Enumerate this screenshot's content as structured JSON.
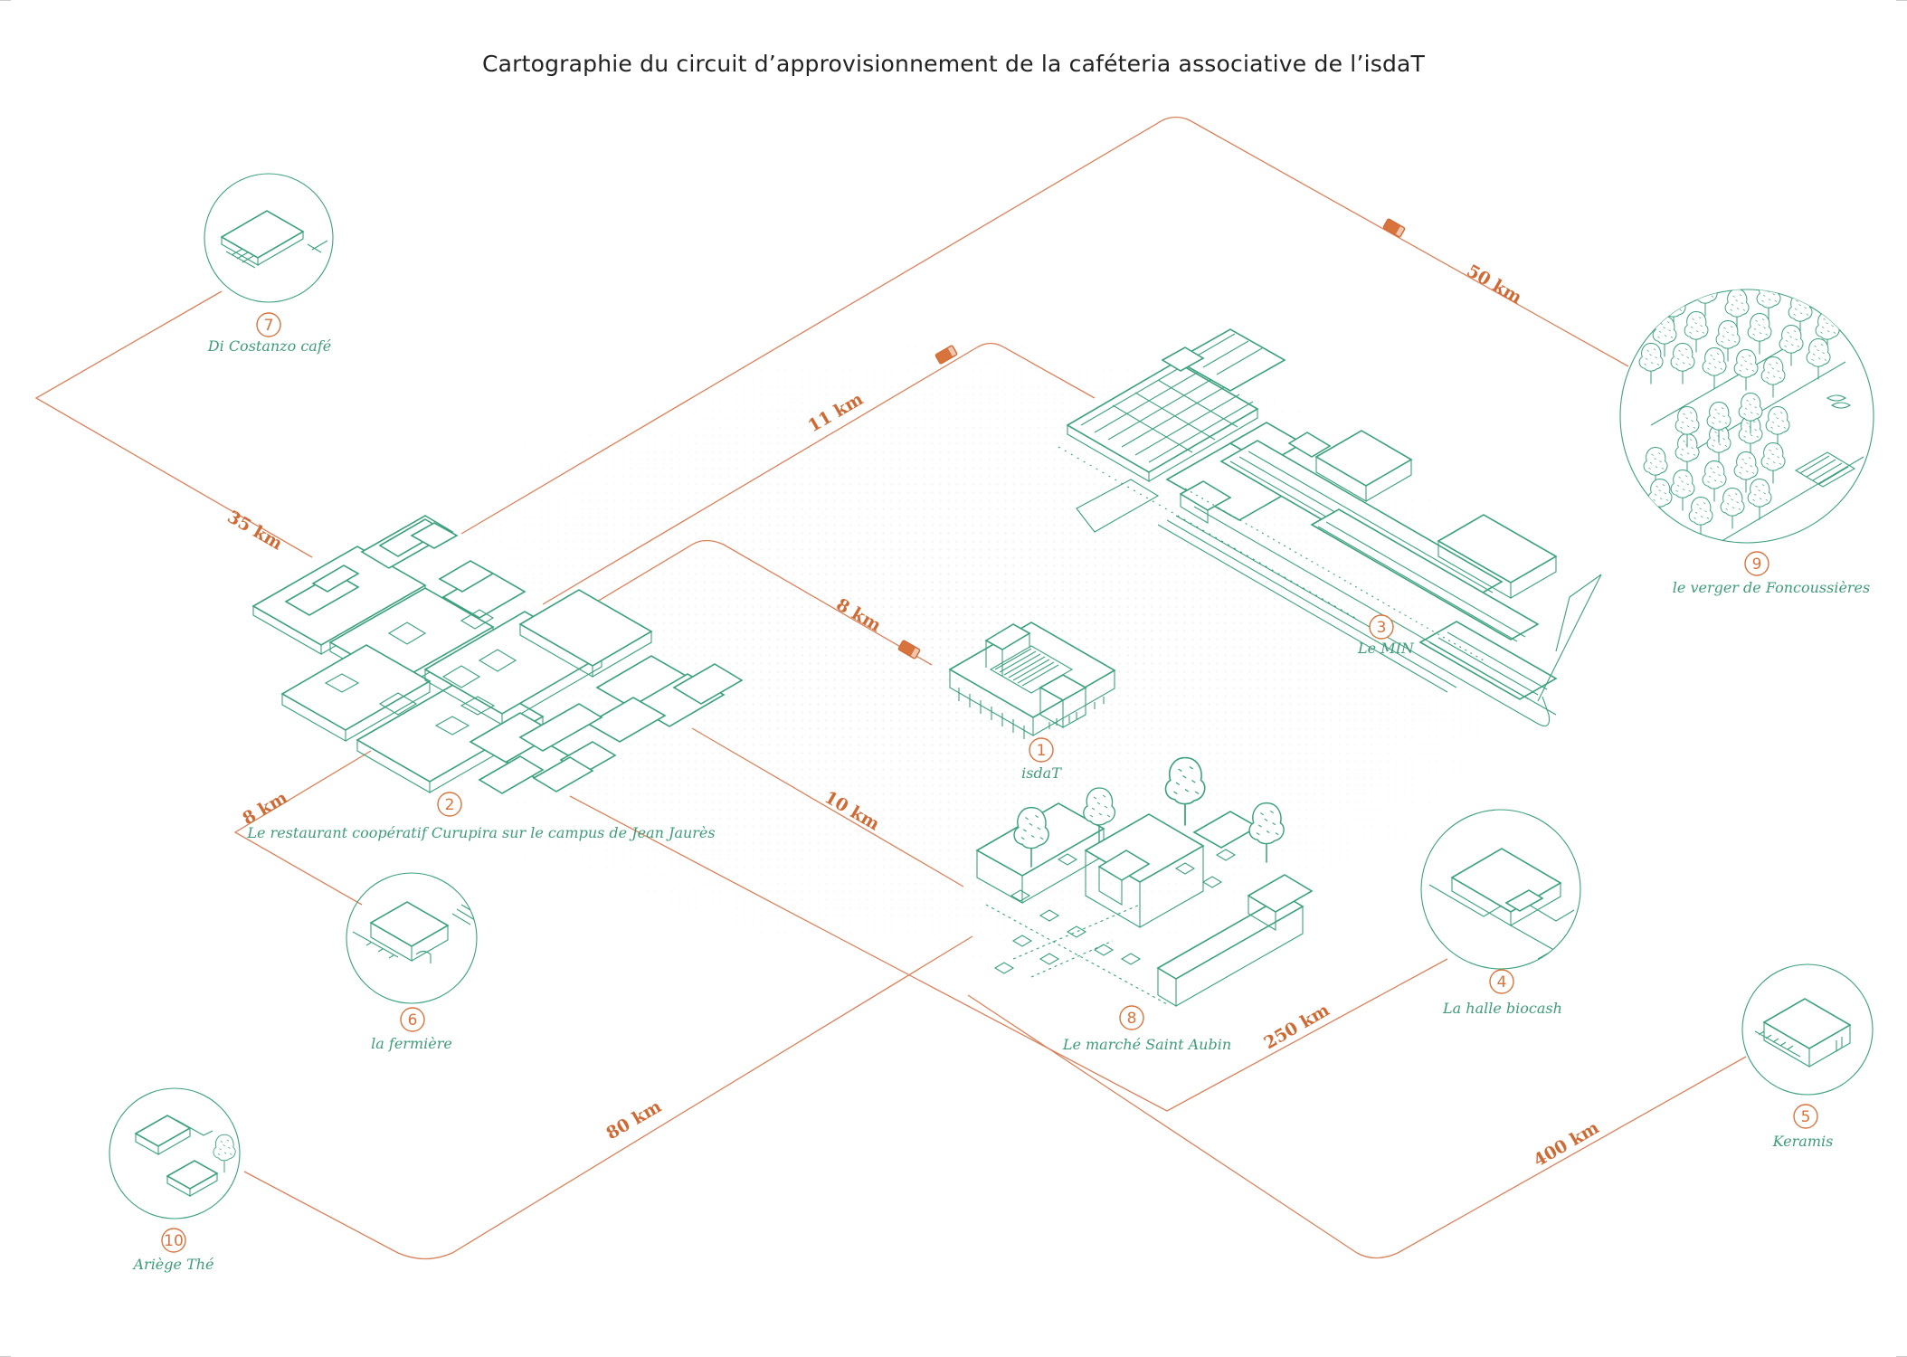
{
  "title": "Cartographie du circuit d’approvisionnement de la caféteria associative de l’isdaT",
  "colors": {
    "route": "#d9825b",
    "distance": "#cf6a34",
    "building": "#3ca17c",
    "label": "#3e9c78",
    "number": "#d9733c"
  },
  "places": [
    {
      "num": "1",
      "name": "isdaT"
    },
    {
      "num": "2",
      "name": "Le restaurant coopératif  Curupira sur le campus de Jean Jaurès"
    },
    {
      "num": "3",
      "name": "Le MIN"
    },
    {
      "num": "4",
      "name": "La halle biocash"
    },
    {
      "num": "5",
      "name": "Keramis"
    },
    {
      "num": "6",
      "name": "la fermière"
    },
    {
      "num": "7",
      "name": "Di Costanzo café"
    },
    {
      "num": "8",
      "name": "Le marché Saint Aubin"
    },
    {
      "num": "9",
      "name": "le verger de Foncoussières"
    },
    {
      "num": "10",
      "name": "Ariège Thé"
    }
  ],
  "distances": [
    {
      "label": "50 km"
    },
    {
      "label": "11 km"
    },
    {
      "label": "35 km"
    },
    {
      "label": "8 km"
    },
    {
      "label": "8 km"
    },
    {
      "label": "10 km"
    },
    {
      "label": "250 km"
    },
    {
      "label": "80 km"
    },
    {
      "label": "400 km"
    }
  ],
  "icons": [
    "delivery-truck-icon",
    "tree-icon",
    "building-icon"
  ]
}
